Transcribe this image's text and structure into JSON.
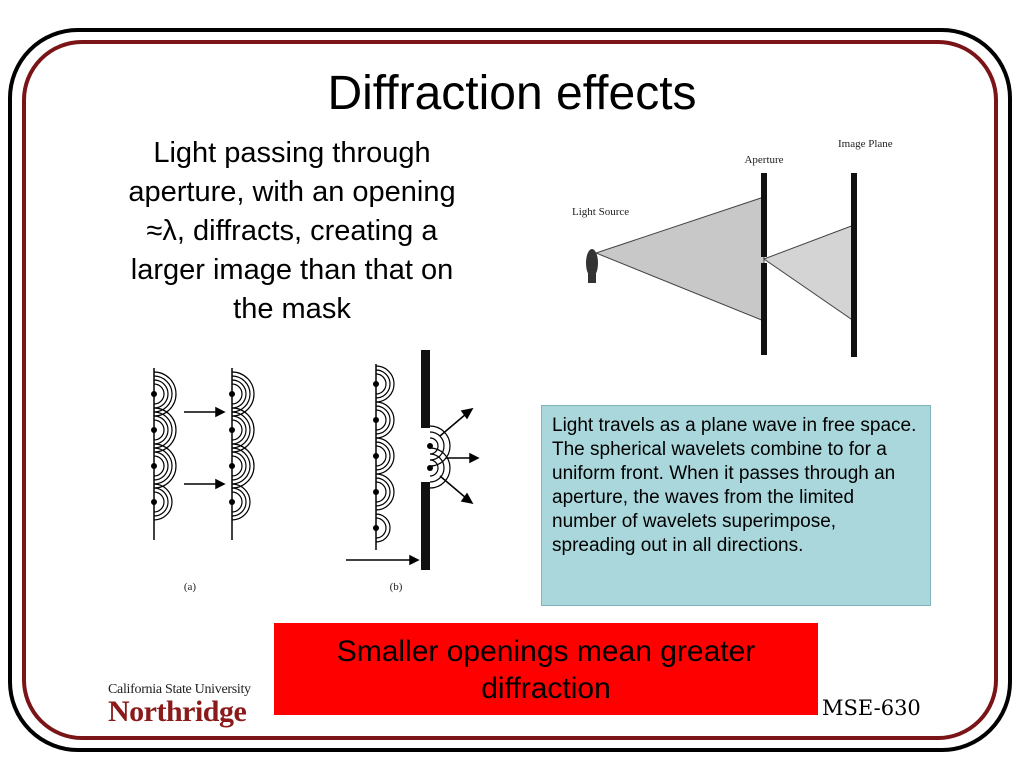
{
  "slide": {
    "title": "Diffraction effects",
    "lead_text": "Light passing through aperture, with an opening ≈λ, diffracts, creating a larger image than that on the mask",
    "note": "Light travels as a plane wave in free space. The spherical wavelets combine to for a uniform front. When it passes through an aperture, the waves from the limited number of wavelets superimpose, spreading out in all directions.",
    "banner": "Smaller openings mean greater diffraction",
    "course_code": "MSE-630"
  },
  "aperture_diagram": {
    "light_source_label": "Light Source",
    "aperture_label": "Aperture",
    "image_plane_label": "Image Plane"
  },
  "wavelet_diagram": {
    "panel_a_label": "(a)",
    "panel_b_label": "(b)"
  },
  "logo": {
    "university": "California State University",
    "campus": "Northridge"
  },
  "colors": {
    "frame": "#000000",
    "inner_frame": "#7a1416",
    "note_background": "#a9d7dc",
    "banner_background": "#ff0000",
    "logo_red": "#8b1a1a"
  }
}
